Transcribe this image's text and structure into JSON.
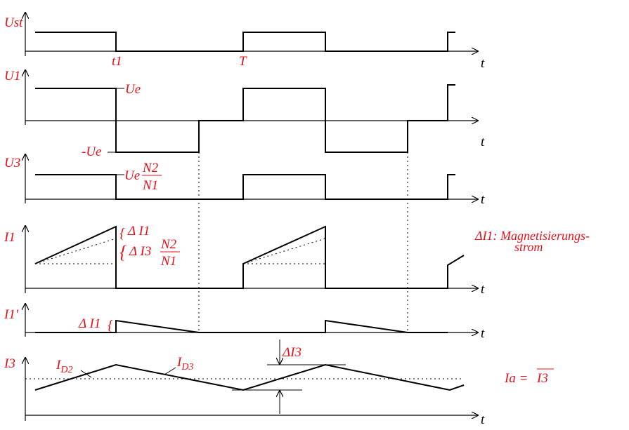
{
  "signals": {
    "ust": "Ust",
    "u1": "U1",
    "u3": "U3",
    "i1": "I1",
    "i1p": "I1'",
    "i3": "I3"
  },
  "time_axis": "t",
  "marks": {
    "t1": "t1",
    "T": "T",
    "ue": "Ue",
    "neg_ue": "-Ue",
    "ue_ratio_prefix": "Ue",
    "n2": "N2",
    "n1": "N1"
  },
  "annotations": {
    "delta_i1": "Δ I1",
    "delta_i3_prefix": "Δ I3",
    "delta_i1_small": "Δ I1",
    "brace": "{",
    "magnet_line1": "ΔI1: Magnetisierungs-",
    "magnet_line2": "strom",
    "id2": "I",
    "id2_sub": "D2",
    "id3": "I",
    "id3_sub": "D3",
    "delta_i3_right": "ΔI3",
    "ia": "Ia = ",
    "i3_bar": "I3"
  }
}
